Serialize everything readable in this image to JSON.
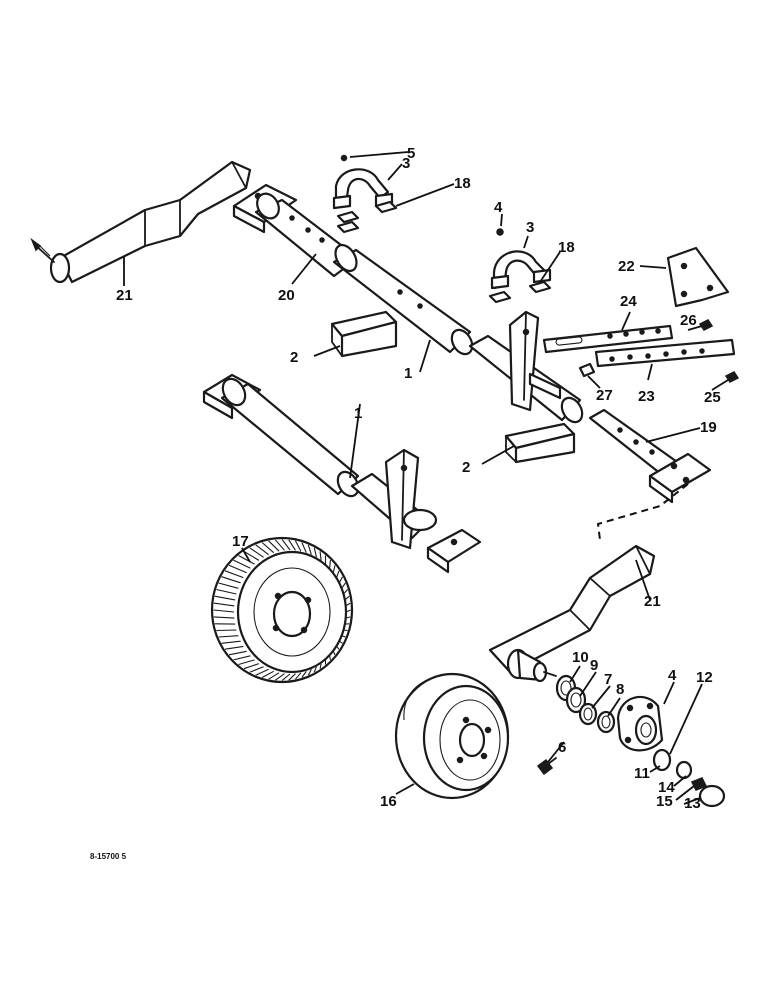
{
  "callouts": [
    {
      "id": "c1a",
      "text": "1"
    },
    {
      "id": "c1b",
      "text": "1"
    },
    {
      "id": "c2a",
      "text": "2"
    },
    {
      "id": "c2b",
      "text": "2"
    },
    {
      "id": "c3a",
      "text": "3"
    },
    {
      "id": "c3b",
      "text": "3"
    },
    {
      "id": "c4a",
      "text": "4"
    },
    {
      "id": "c4b",
      "text": "4"
    },
    {
      "id": "c5",
      "text": "5"
    },
    {
      "id": "c6",
      "text": "6"
    },
    {
      "id": "c7",
      "text": "7"
    },
    {
      "id": "c8",
      "text": "8"
    },
    {
      "id": "c9",
      "text": "9"
    },
    {
      "id": "c10",
      "text": "10"
    },
    {
      "id": "c11",
      "text": "11"
    },
    {
      "id": "c12",
      "text": "12"
    },
    {
      "id": "c13",
      "text": "13"
    },
    {
      "id": "c14",
      "text": "14"
    },
    {
      "id": "c15",
      "text": "15"
    },
    {
      "id": "c16",
      "text": "16"
    },
    {
      "id": "c17",
      "text": "17"
    },
    {
      "id": "c18a",
      "text": "18"
    },
    {
      "id": "c18b",
      "text": "18"
    },
    {
      "id": "c19",
      "text": "19"
    },
    {
      "id": "c20",
      "text": "20"
    },
    {
      "id": "c21a",
      "text": "21"
    },
    {
      "id": "c21b",
      "text": "21"
    },
    {
      "id": "c22",
      "text": "22"
    },
    {
      "id": "c23",
      "text": "23"
    },
    {
      "id": "c24",
      "text": "24"
    },
    {
      "id": "c25",
      "text": "25"
    },
    {
      "id": "c26",
      "text": "26"
    },
    {
      "id": "c27",
      "text": "27"
    }
  ],
  "drawing_ref": "8-15700 5"
}
